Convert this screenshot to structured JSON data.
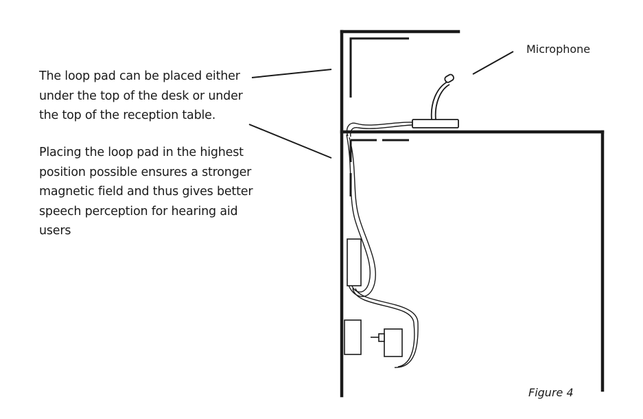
{
  "paragraphs": {
    "placement": "The loop pad can be placed either under the top of the desk or under the top of the reception table.",
    "benefit": "Placing the loop pad in the highest position possible ensures a stronger magnetic field and thus gives better speech perception for hearing aid users"
  },
  "labels": {
    "microphone": "Microphone",
    "figure": "Figure 4"
  },
  "colors": {
    "line": "#1a1a1a",
    "background": "#ffffff"
  }
}
